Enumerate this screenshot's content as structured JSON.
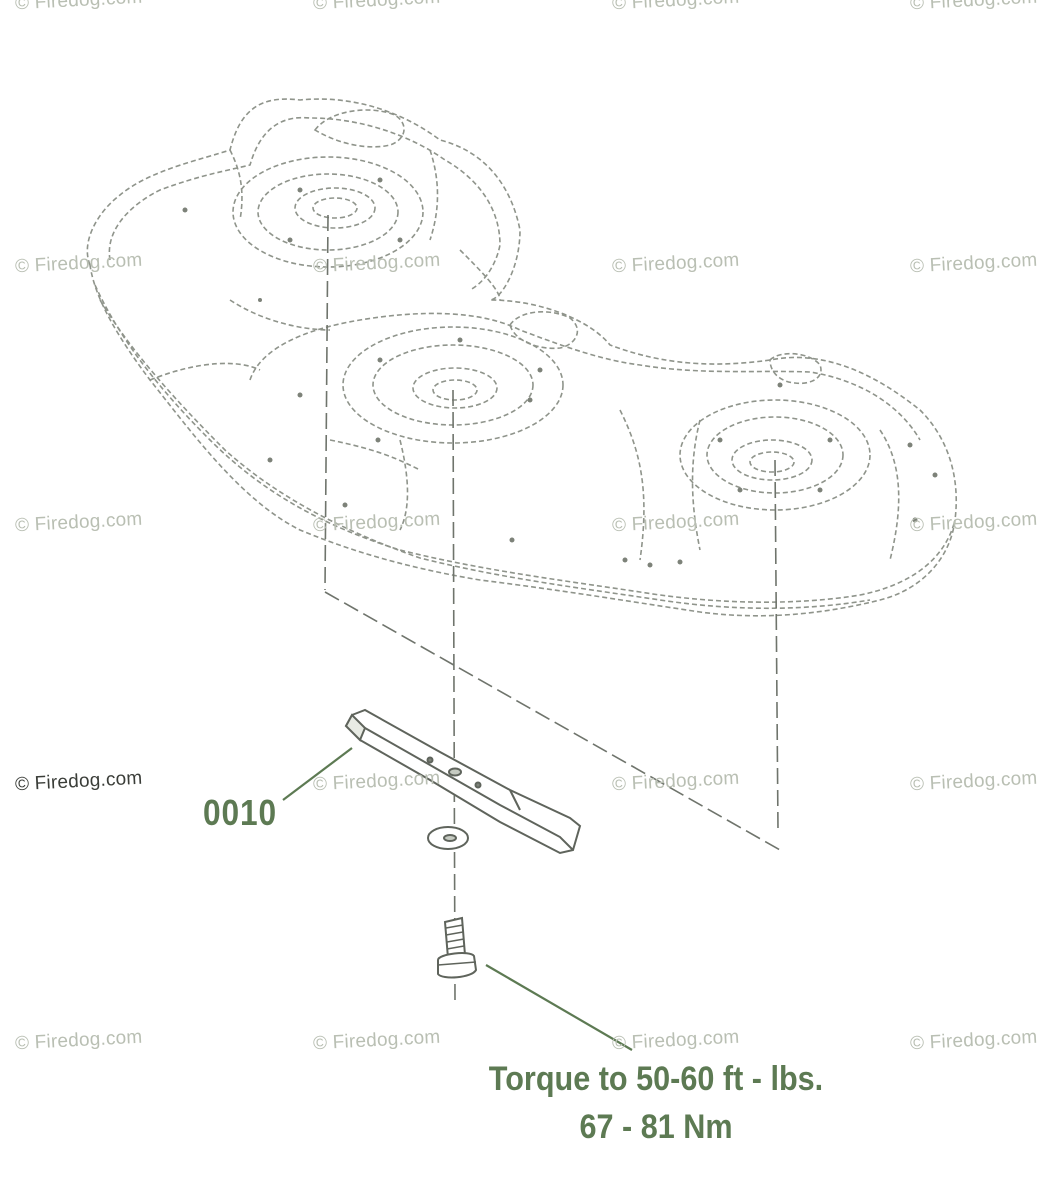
{
  "watermark_text": "© Firedog.com",
  "callouts": {
    "part_number": "0010"
  },
  "note": {
    "line1": "Torque to 50-60 ft - lbs.",
    "line2": "67 - 81 Nm"
  },
  "colors": {
    "label_green": "#5d7a53",
    "line_art": "#8a8f86",
    "watermark": "#b9bfb3",
    "leader": "#5d7a53"
  }
}
